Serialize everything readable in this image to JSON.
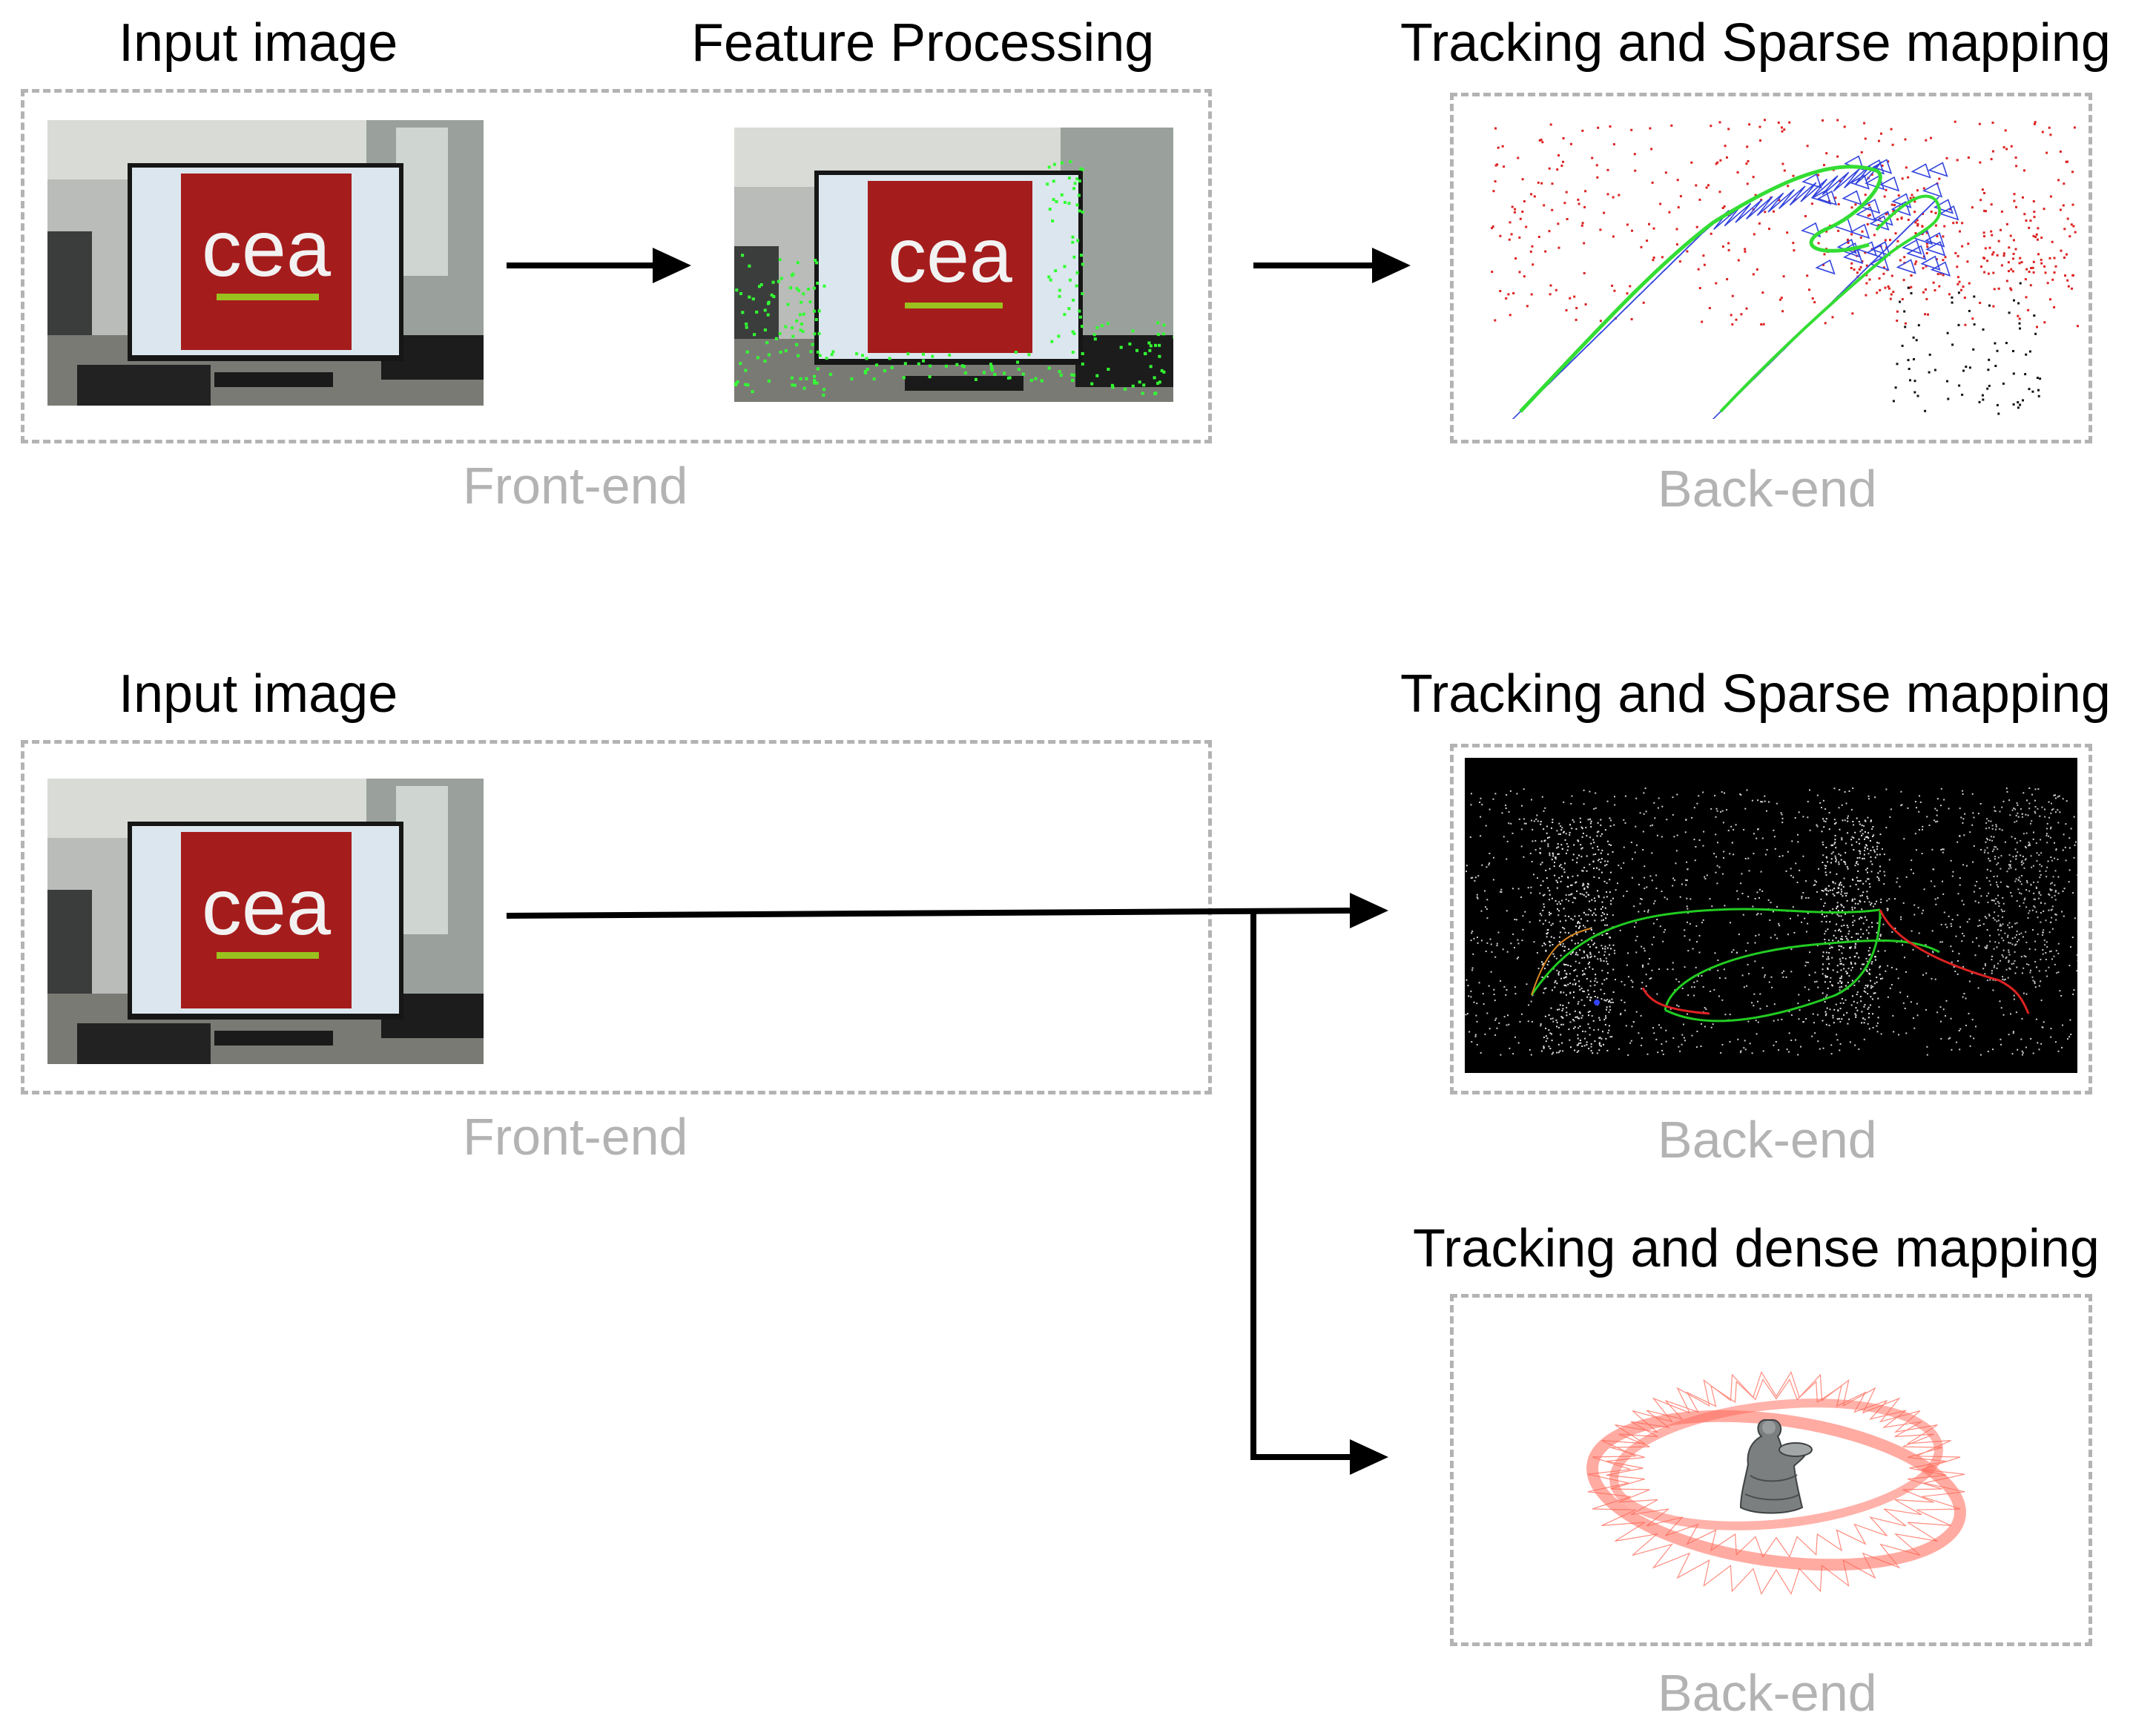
{
  "row1": {
    "input_title": "Input image",
    "feature_title": "Feature Processing",
    "sparse_title": "Tracking and Sparse mapping",
    "frontend_label": "Front-end",
    "backend_label": "Back-end"
  },
  "row2": {
    "input_title": "Input image",
    "sparse_title": "Tracking and Sparse mapping",
    "frontend_label": "Front-end",
    "backend_label": "Back-end"
  },
  "row3": {
    "dense_title": "Tracking and dense mapping",
    "backend_label": "Back-end"
  },
  "logo_text": "cea",
  "colors": {
    "dashed_border": "#b3b3b3",
    "logo_red": "#a51c1c",
    "feature_green": "#33ff33",
    "trajectory_blue": "#3344dd",
    "map_red": "#dd2222",
    "camera_red": "#ff6655"
  }
}
